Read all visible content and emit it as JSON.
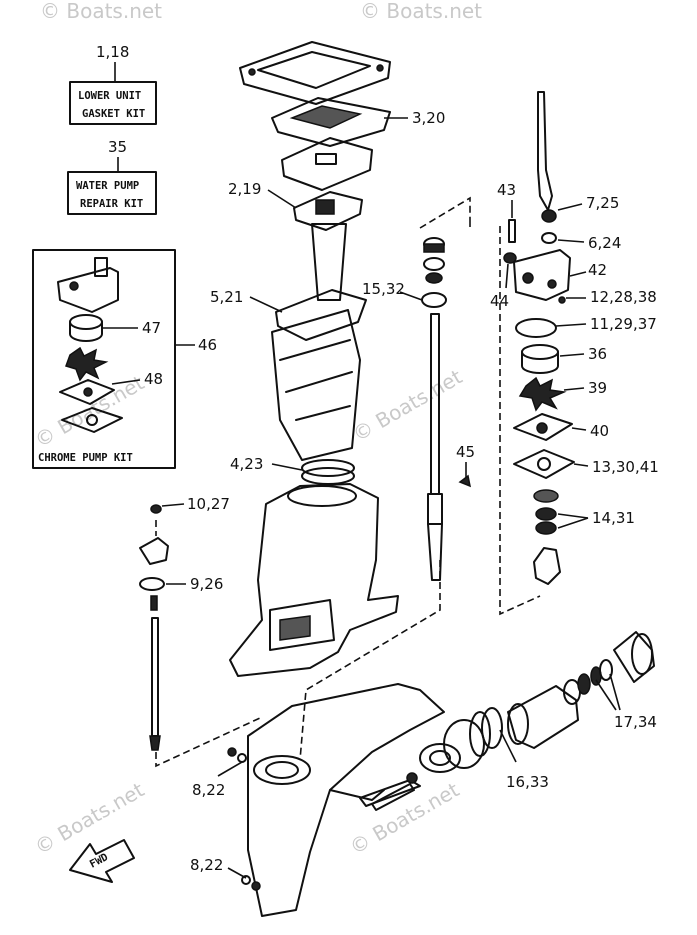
{
  "watermark": "© Boats.net",
  "kits": {
    "gasket_kit": {
      "callout": "1,18",
      "line1": "LOWER UNIT",
      "line2": "GASKET KIT"
    },
    "water_pump_kit": {
      "callout": "35",
      "line1": "WATER PUMP",
      "line2": "REPAIR KIT"
    },
    "chrome_pump_kit": {
      "callout": "46",
      "label": "CHROME PUMP KIT"
    }
  },
  "callouts": {
    "c_3_20": "3,20",
    "c_2_19": "2,19",
    "c_5_21": "5,21",
    "c_4_23": "4,23",
    "c_10_27": "10,27",
    "c_9_26": "9,26",
    "c_8_22a": "8,22",
    "c_8_22b": "8,22",
    "c_15_32": "15,32",
    "c_45": "45",
    "c_43": "43",
    "c_44": "44",
    "c_7_25": "7,25",
    "c_6_24": "6,24",
    "c_42": "42",
    "c_12_28_38": "12,28,38",
    "c_11_29_37": "11,29,37",
    "c_36": "36",
    "c_39": "39",
    "c_40": "40",
    "c_13_30_41": "13,30,41",
    "c_14_31": "14,31",
    "c_47": "47",
    "c_48": "48",
    "c_17_34": "17,34",
    "c_16_33": "16,33"
  },
  "fwd_label": "FWD"
}
